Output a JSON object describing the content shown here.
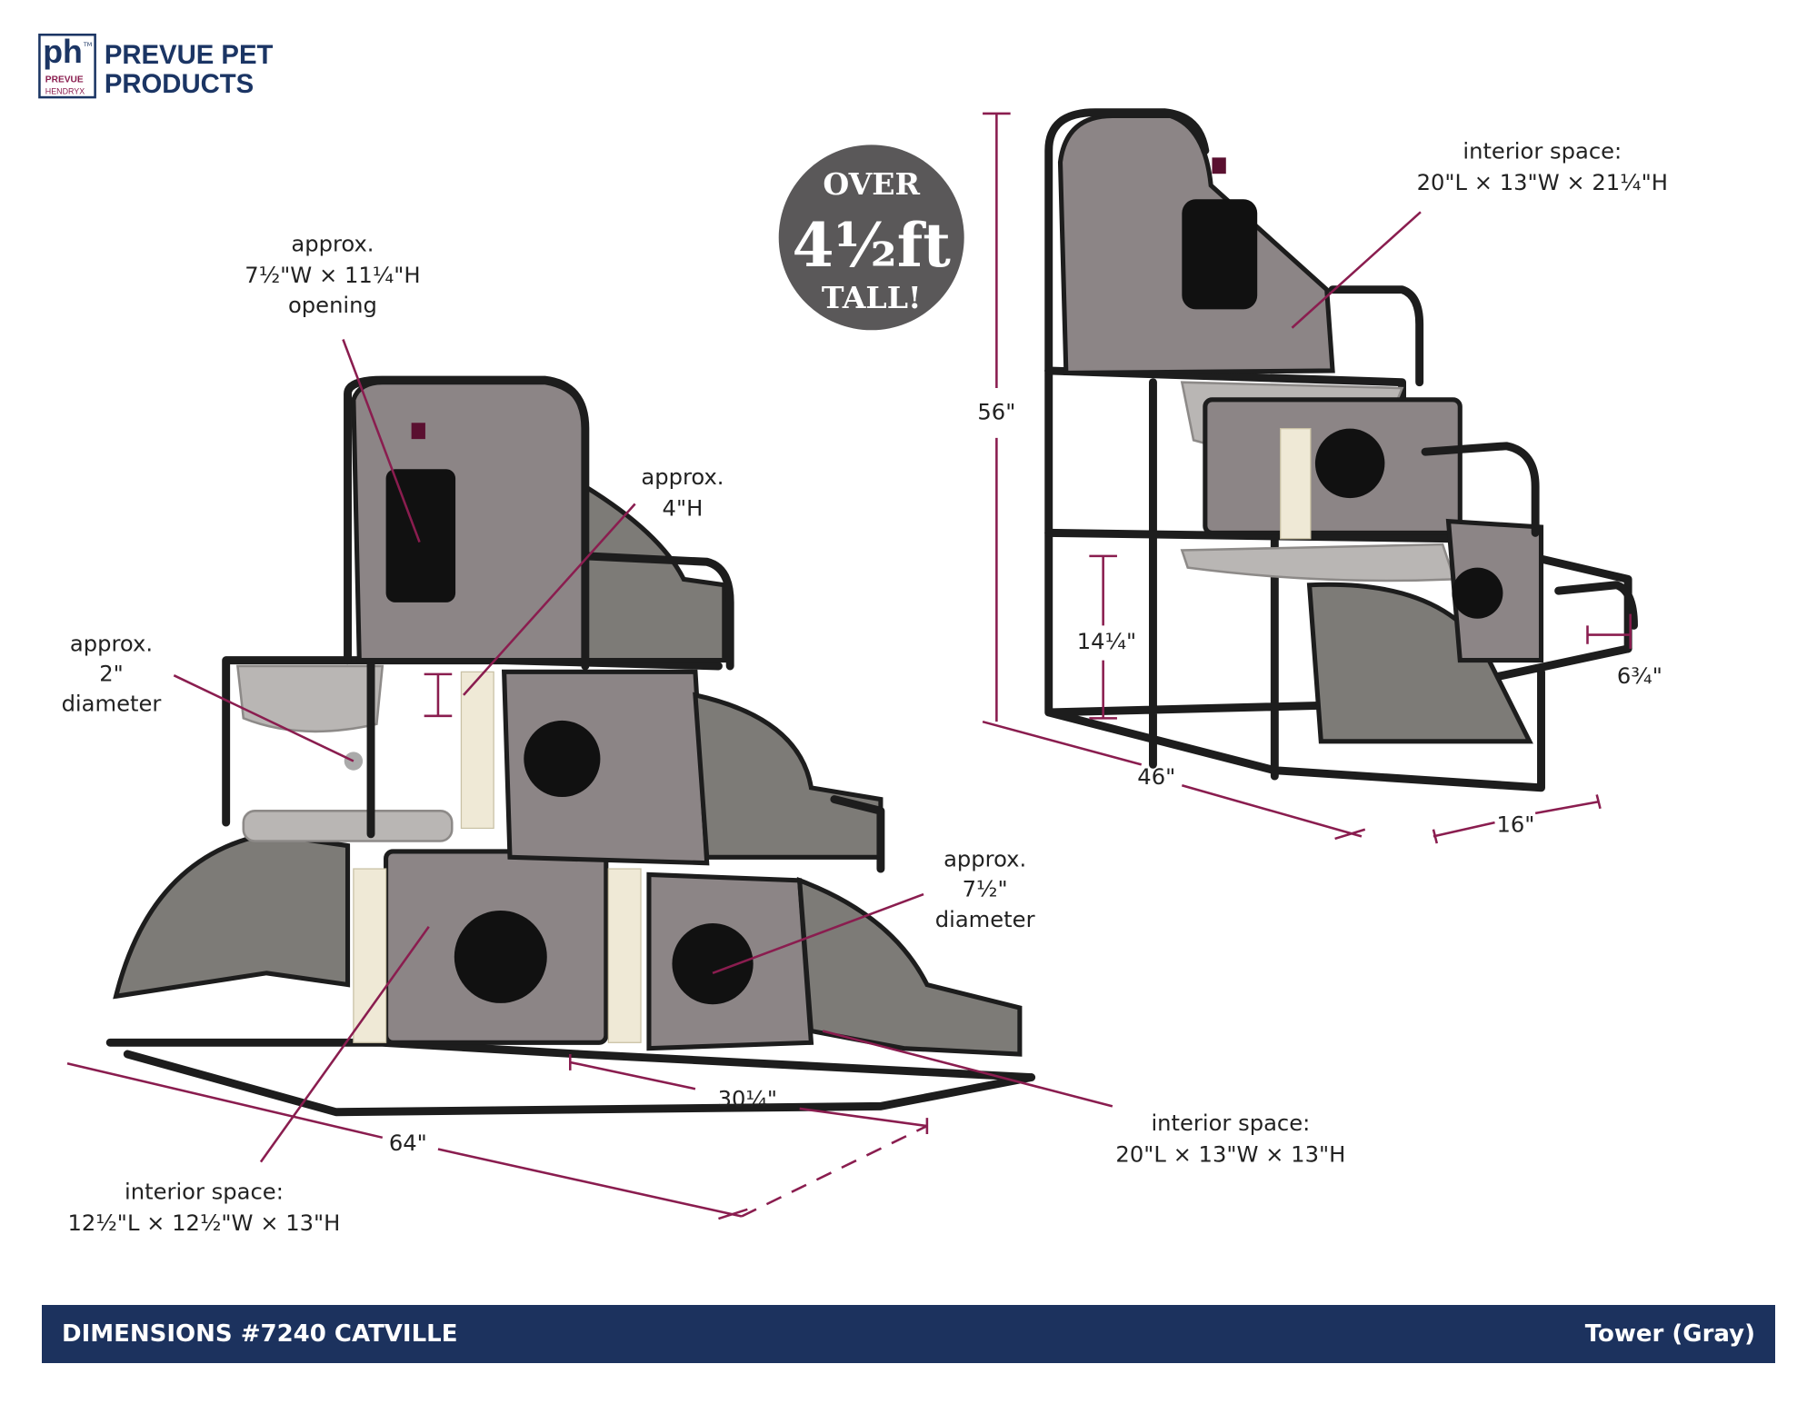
{
  "logo": {
    "mark": "ph",
    "sub1": "PREVUE",
    "sub2": "HENDRYX",
    "tm": "TM",
    "line1": "PREVUE PET",
    "line2": "PRODUCTS"
  },
  "badge": {
    "line1": "OVER",
    "line2": "4½ft",
    "line3": "TALL!"
  },
  "left_labels": {
    "opening": [
      "approx.",
      "7½\"W × 11¼\"H",
      "opening"
    ],
    "post_height": [
      "approx.",
      "4\"H"
    ],
    "ball": [
      "approx.",
      "2\"",
      "diameter"
    ],
    "hole": [
      "approx.",
      "7½\"",
      "diameter"
    ],
    "cube_interior": [
      "interior space:",
      "12½\"L × 12½\"W × 13\"H"
    ],
    "stairs_interior": [
      "interior space:",
      "20\"L × 13\"W × 13\"H"
    ],
    "width_total": "64\"",
    "width_partial": "30¼\""
  },
  "right_labels": {
    "top_interior": [
      "interior space:",
      "20\"L × 13\"W × 21¼\"H"
    ],
    "height": "56\"",
    "tier_height": "14¼\"",
    "step_height": "6¾\"",
    "length": "46\"",
    "depth": "16\""
  },
  "footer": {
    "title": "DIMENSIONS #7240 CATVILLE",
    "variant": "Tower (Gray)"
  },
  "colors": {
    "brand_navy": "#1c325e",
    "dimension_lines": "#8a1d4f",
    "badge": "#5a5859"
  }
}
